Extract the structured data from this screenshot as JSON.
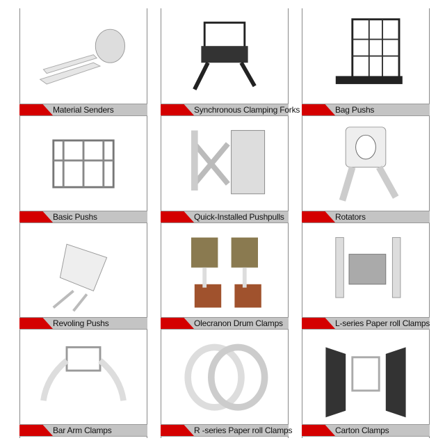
{
  "products": [
    {
      "label": "Material Senders"
    },
    {
      "label": "Synchronous Clamping Forks"
    },
    {
      "label": "Bag Pushs"
    },
    {
      "label": "Basic Pushs"
    },
    {
      "label": "Quick-Installed Pushpulls"
    },
    {
      "label": "Rotators"
    },
    {
      "label": "Revoling Pushs"
    },
    {
      "label": "Olecranon  Drum Clamps"
    },
    {
      "label": "L-series Paper roll Clamps"
    },
    {
      "label": "Bar Arm Clamps"
    },
    {
      "label": "R -series Paper roll Clamps"
    },
    {
      "label": "Carton Clamps"
    }
  ],
  "colors": {
    "accent": "#d40000",
    "bar": "#c4c4c4"
  }
}
